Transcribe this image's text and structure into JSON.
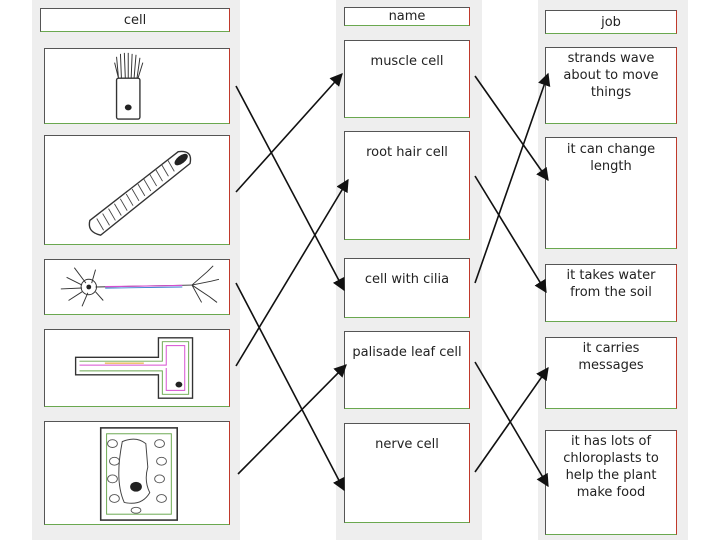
{
  "headers": {
    "cell": "cell",
    "name": "name",
    "job": "job"
  },
  "cell_pictures": [
    {
      "icon": "ciliated-cell-icon"
    },
    {
      "icon": "muscle-cell-icon"
    },
    {
      "icon": "nerve-cell-icon"
    },
    {
      "icon": "root-hair-cell-icon"
    },
    {
      "icon": "palisade-leaf-cell-icon"
    }
  ],
  "names": [
    "muscle cell",
    "root hair cell",
    "cell with cilia",
    "palisade leaf cell",
    "nerve cell"
  ],
  "jobs": [
    "strands wave about to move things",
    "it can change length",
    "it takes water from the soil",
    "it carries messages",
    "it has lots of chloroplasts to help the plant make food"
  ]
}
